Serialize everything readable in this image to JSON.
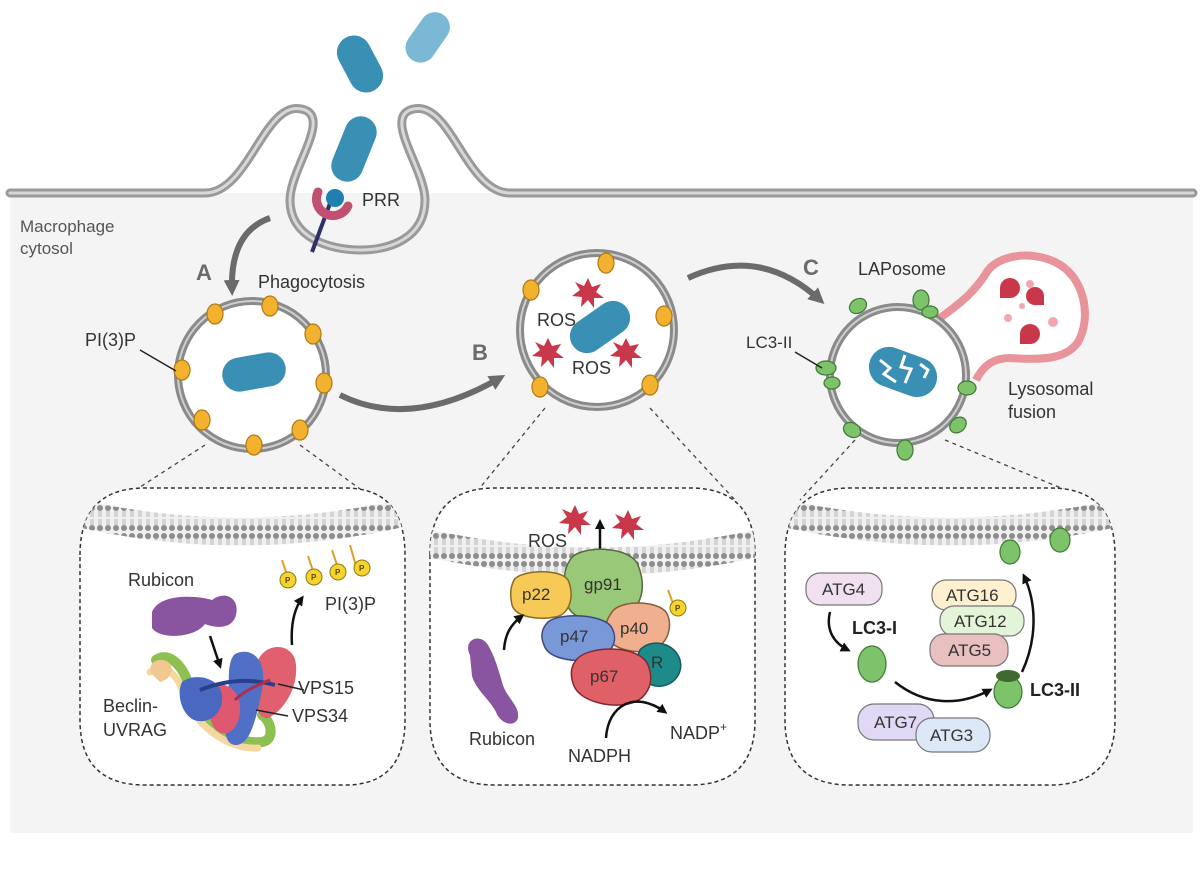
{
  "labels": {
    "cytosol_line1": "Macrophage",
    "cytosol_line2": "cytosol",
    "prr": "PRR",
    "phagocytosis": "Phagocytosis",
    "pi3p": "PI(3)P",
    "ros": "ROS",
    "laposome": "LAPosome",
    "lc3_ii": "LC3-II",
    "lysosomal_line1": "Lysosomal",
    "lysosomal_line2": "fusion"
  },
  "steps": {
    "a": "A",
    "b": "B",
    "c": "C"
  },
  "panel_a": {
    "rubicon": "Rubicon",
    "pi3p": "PI(3)P",
    "vps15": "VPS15",
    "vps34": "VPS34",
    "beclin_line1": "Beclin-",
    "beclin_line2": "UVRAG",
    "phosphate": "P"
  },
  "panel_b": {
    "ros": "ROS",
    "gp91": "gp91",
    "p22": "p22",
    "p47": "p47",
    "p40": "p40",
    "p67": "p67",
    "r": "R",
    "rubicon": "Rubicon",
    "nadph": "NADPH",
    "nadp": "NADP",
    "nadp_sup": "+",
    "phosphate": "P"
  },
  "panel_c": {
    "atg4": "ATG4",
    "lc3_i": "LC3-I",
    "atg16": "ATG16",
    "atg12": "ATG12",
    "atg5": "ATG5",
    "lc3_ii": "LC3-II",
    "atg7": "ATG7",
    "atg3": "ATG3"
  },
  "colors": {
    "membrane": "#8a8a8a",
    "bacterium": "#3a8fb5",
    "pi3p_lipid": "#f2b230",
    "lc3": "#7cc36a",
    "ros_star": "#c8384a",
    "lysosome": "#e8949a",
    "rubicon": "#8a55a0"
  }
}
